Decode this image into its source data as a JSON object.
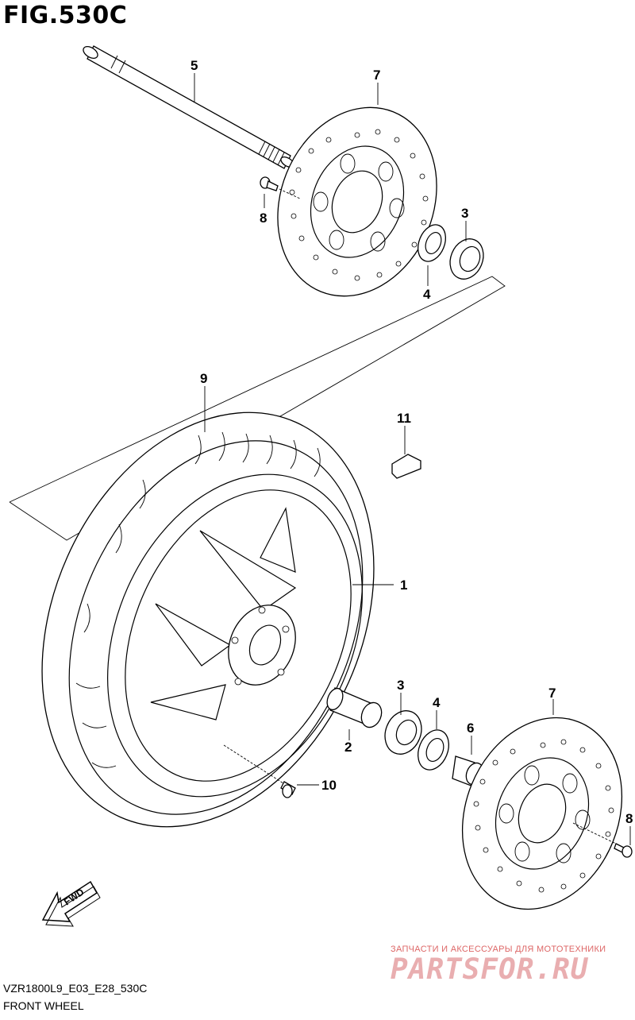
{
  "figure": {
    "title": "FIG.530C"
  },
  "callouts": [
    {
      "id": "c1",
      "text": "1"
    },
    {
      "id": "c2",
      "text": "2"
    },
    {
      "id": "c3a",
      "text": "3"
    },
    {
      "id": "c3b",
      "text": "3"
    },
    {
      "id": "c4a",
      "text": "4"
    },
    {
      "id": "c4b",
      "text": "4"
    },
    {
      "id": "c5",
      "text": "5"
    },
    {
      "id": "c6",
      "text": "6"
    },
    {
      "id": "c7a",
      "text": "7"
    },
    {
      "id": "c7b",
      "text": "7"
    },
    {
      "id": "c8a",
      "text": "8"
    },
    {
      "id": "c8b",
      "text": "8"
    },
    {
      "id": "c9",
      "text": "9"
    },
    {
      "id": "c10",
      "text": "10"
    },
    {
      "id": "c11",
      "text": "11"
    }
  ],
  "fwd_arrow": {
    "text": "FWD"
  },
  "footer": {
    "code": "VZR1800L9_E03_E28_530C",
    "name": "FRONT WHEEL"
  },
  "watermark": {
    "tagline": "ЗАПЧАСТИ И АКСЕССУАРЫ ДЛЯ МОТОТЕХНИКИ",
    "brand": "PARTSFOR.RU"
  }
}
